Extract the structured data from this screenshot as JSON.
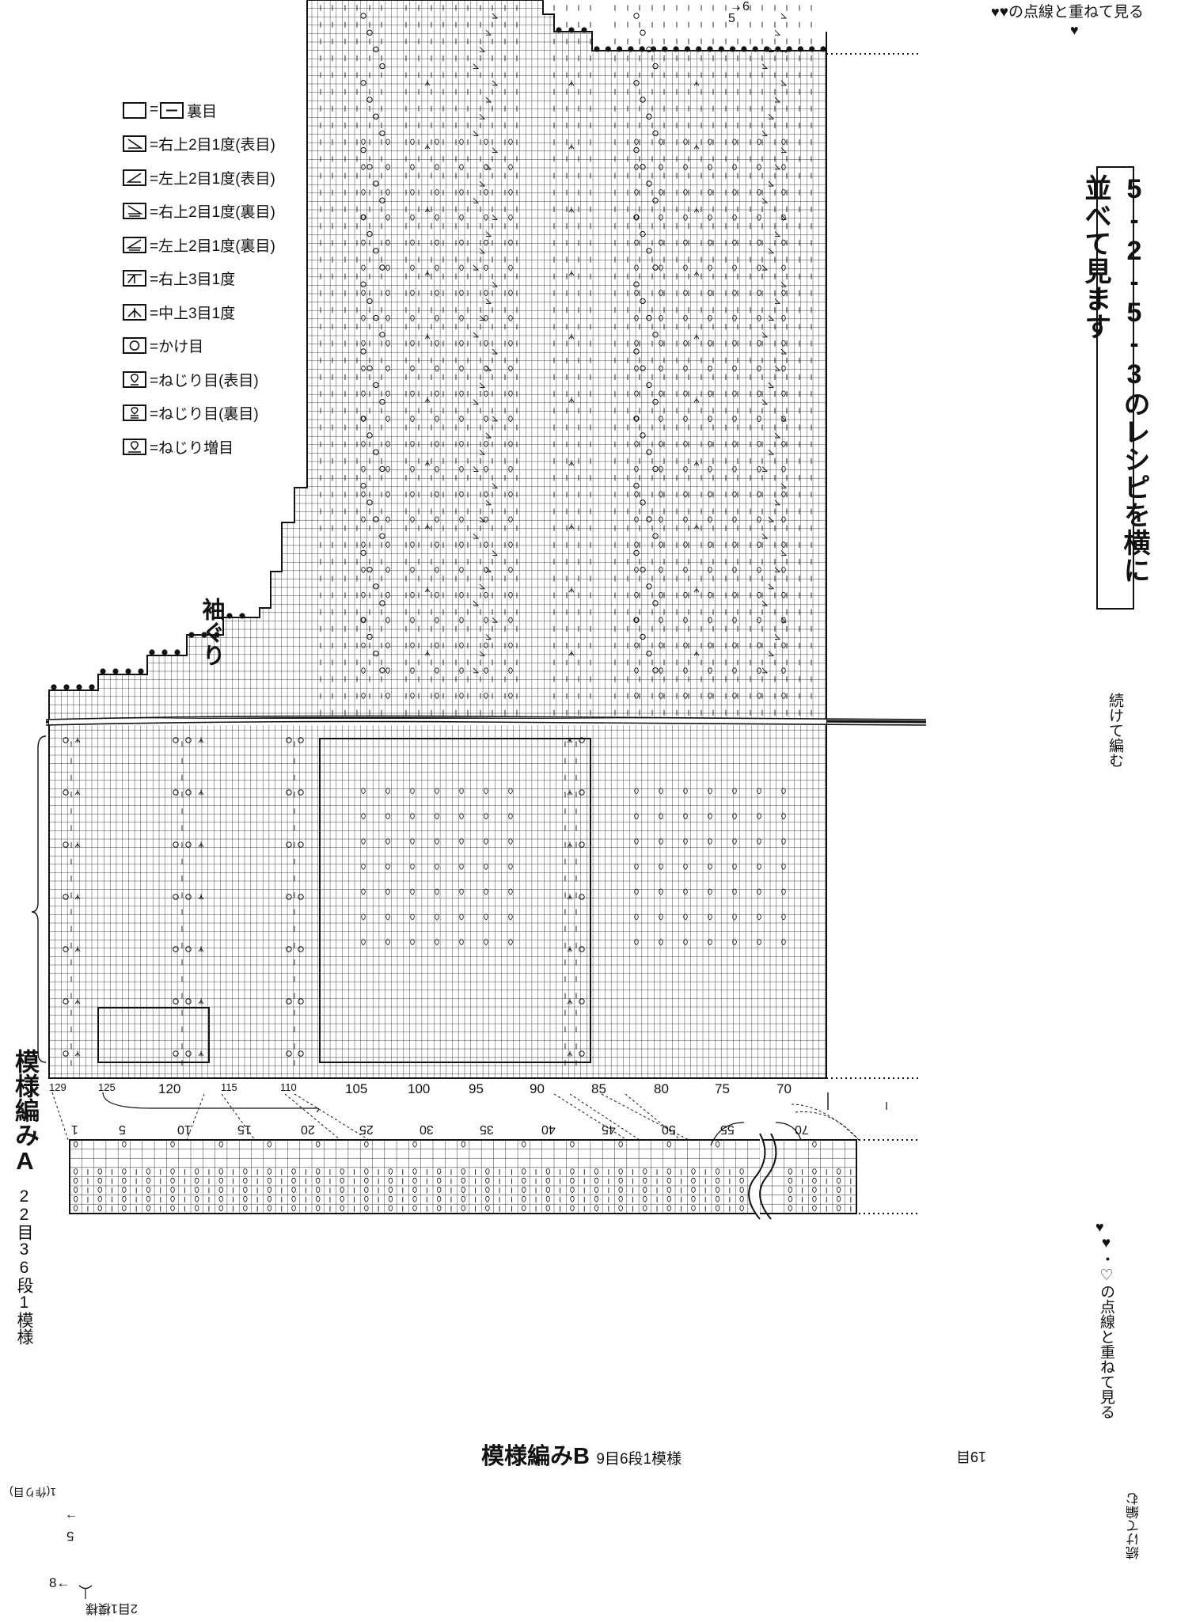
{
  "legend": [
    {
      "icon": "knit-blank-icon",
      "text": "=",
      "icon2": "purl-bar-icon",
      "label": "裏目"
    },
    {
      "icon": "right-2-together-knit-icon",
      "label": "=右上2目1度(表目)"
    },
    {
      "icon": "left-2-together-knit-icon",
      "label": "=左上2目1度(表目)"
    },
    {
      "icon": "right-2-together-purl-icon",
      "label": "=右上2目1度(裏目)"
    },
    {
      "icon": "left-2-together-purl-icon",
      "label": "=左上2目1度(裏目)"
    },
    {
      "icon": "right-3-together-icon",
      "label": "=右上3目1度"
    },
    {
      "icon": "center-3-together-icon",
      "label": "=中上3目1度"
    },
    {
      "icon": "yarn-over-icon",
      "label": "=かけ目"
    },
    {
      "icon": "twisted-knit-icon",
      "label": "=ねじり目(表目)"
    },
    {
      "icon": "twisted-purl-icon",
      "label": "=ねじり目(裏目)"
    },
    {
      "icon": "twisted-increase-icon",
      "label": "=ねじり増目"
    }
  ],
  "labels": {
    "top_note": "♥の点線と重ねて見る",
    "row_marker_6": "6",
    "row_marker_5": "5",
    "side_note": "5-2-5-3のレシピを横に並べて見ます",
    "continue": "続けて編む",
    "armhole": "袖ぐり",
    "pattern_a_title": "模様編みA",
    "pattern_a_repeat": "22目36段1模様",
    "right_note_bottom": "♥・♡の点線と重ねて見る",
    "pattern_b_title": "模様編みB",
    "pattern_b_repeat": "9目6段1模様",
    "nineteen_sts": "19目",
    "two_sts": "2目1模様",
    "cast_on": "1(作り目)",
    "b_row5": "5",
    "b_row8": "8",
    "b_side": "続けて編む"
  },
  "stitch_numbers": [
    "129",
    "125",
    "120",
    "115",
    "110",
    "105",
    "100",
    "95",
    "90",
    "85",
    "80",
    "75",
    "70"
  ],
  "b_stitch_numbers": [
    "1",
    "5",
    "10",
    "15",
    "20",
    "25",
    "30",
    "35",
    "40",
    "45",
    "50",
    "55",
    "70"
  ],
  "colors": {
    "ink": "#111111",
    "grid": "#333333",
    "paper": "#ffffff"
  }
}
